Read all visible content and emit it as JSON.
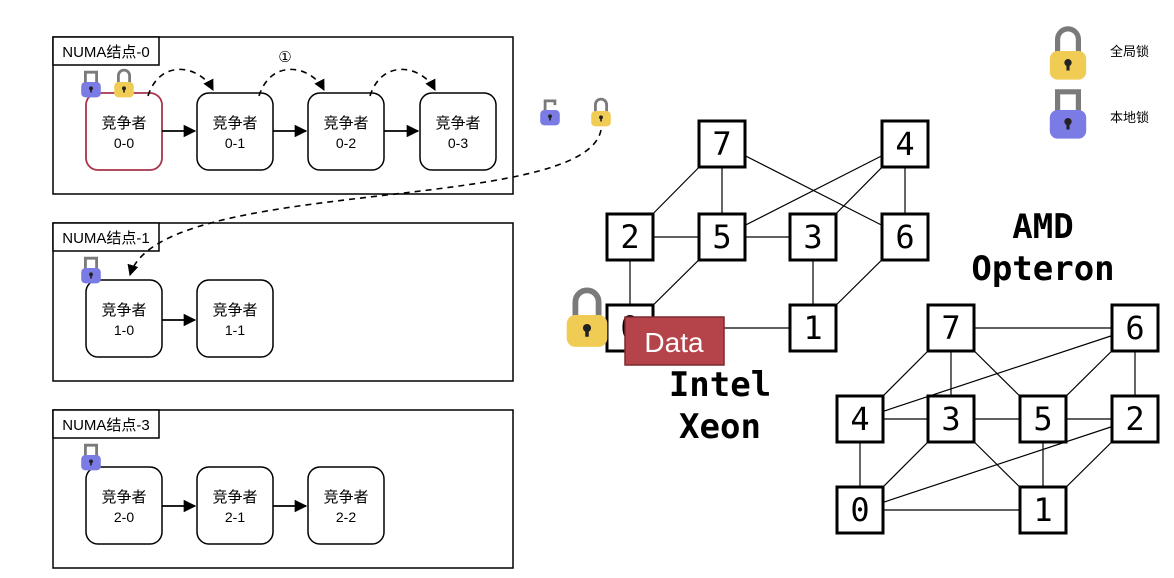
{
  "numa": {
    "panels": [
      {
        "title": "NUMA结点-0",
        "nodes": [
          {
            "line1": "竞争者",
            "line2": "0-0"
          },
          {
            "line1": "竞争者",
            "line2": "0-1"
          },
          {
            "line1": "竞争者",
            "line2": "0-2"
          },
          {
            "line1": "竞争者",
            "line2": "0-3"
          }
        ]
      },
      {
        "title": "NUMA结点-1",
        "nodes": [
          {
            "line1": "竞争者",
            "line2": "1-0"
          },
          {
            "line1": "竞争者",
            "line2": "1-1"
          }
        ]
      },
      {
        "title": "NUMA结点-3",
        "nodes": [
          {
            "line1": "竞争者",
            "line2": "2-0"
          },
          {
            "line1": "竞争者",
            "line2": "2-1"
          },
          {
            "line1": "竞争者",
            "line2": "2-2"
          }
        ]
      }
    ],
    "step_marker": "①"
  },
  "legend": {
    "global_lock": "全局锁",
    "local_lock": "本地锁"
  },
  "colors": {
    "global_lock": "#f0cc55",
    "local_lock": "#7b7be6",
    "shackle": "#7a7a7a",
    "active_border": "#a8334a",
    "data_box": "#b5434a"
  },
  "intel": {
    "label1": "Intel",
    "label2": "Xeon",
    "nodes": [
      "7",
      "4",
      "2",
      "5",
      "3",
      "6",
      "0",
      "1"
    ],
    "data_label": "Data"
  },
  "amd": {
    "label1": "AMD",
    "label2": "Opteron",
    "nodes": [
      "7",
      "6",
      "4",
      "3",
      "5",
      "2",
      "0",
      "1"
    ]
  }
}
